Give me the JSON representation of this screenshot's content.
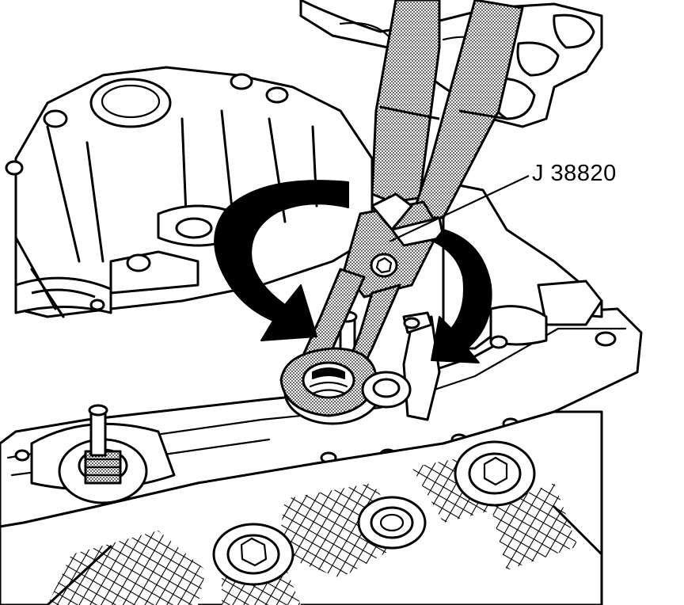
{
  "diagram": {
    "callout_label": "J 38820",
    "icons": {
      "rotation_arrow_left": "curved-arrow-clockwise",
      "rotation_arrow_right": "curved-arrow-clockwise",
      "tool": "valve-spring-compressor-pliers"
    },
    "colors": {
      "line": "#000000",
      "background": "#ffffff",
      "tool_stipple": "#b8b8b8"
    }
  }
}
